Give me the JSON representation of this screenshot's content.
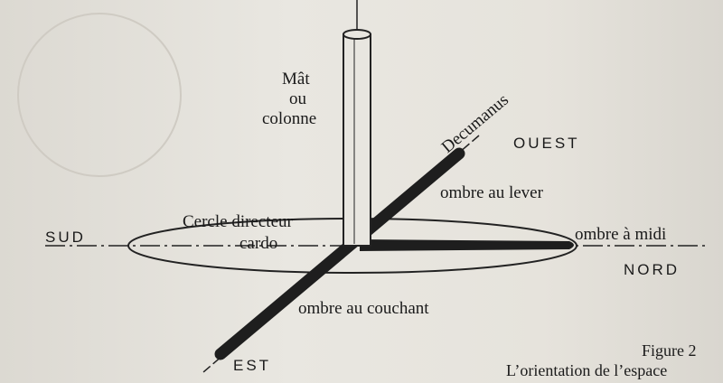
{
  "diagram": {
    "mast_label": [
      "Mât",
      "ou",
      "colonne"
    ],
    "decumanus": "Decumanus",
    "ouest": "OUEST",
    "ombre_lever": "ombre au lever",
    "cercle": "Cercle directeur",
    "sud": "SUD",
    "cardo": "cardo",
    "ombre_midi": "ombre à midi",
    "nord": "NORD",
    "ombre_couchant": "ombre au couchant",
    "est": "EST"
  },
  "caption": {
    "figure": "Figure 2",
    "title": "L’orientation de l’espace"
  },
  "colors": {
    "ink": "#1a1a1a",
    "paper": "#e4e1da"
  }
}
